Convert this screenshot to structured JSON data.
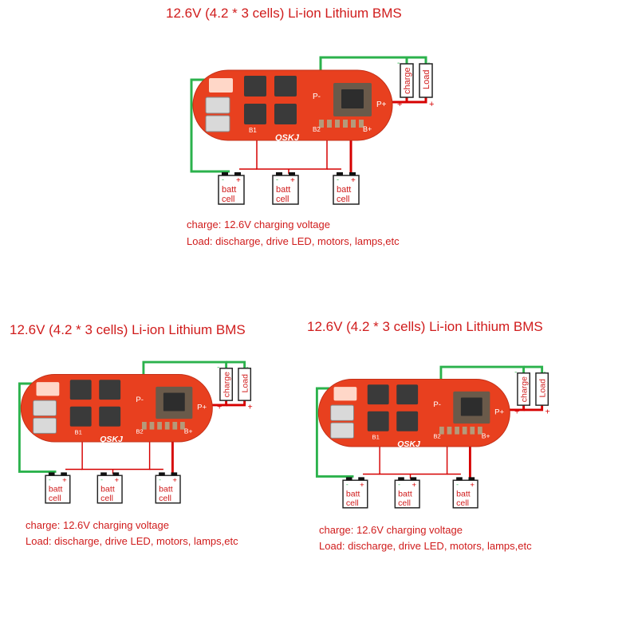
{
  "title": "12.6V (4.2 * 3 cells) Li-ion Lithium BMS",
  "board": {
    "brand": "QSKJ",
    "pin_labels": {
      "p_minus": "P-",
      "p_plus": "P+",
      "b_plus": "B+",
      "b1": "B1",
      "b2": "B2"
    }
  },
  "charge_label": "charge",
  "load_label": "Load",
  "battery_cell_label": [
    "batt",
    "cell"
  ],
  "polarity": {
    "minus": "-",
    "plus": "+"
  },
  "notes": [
    "charge: 12.6V charging voltage",
    "Load: discharge, drive LED, motors, lamps,etc"
  ],
  "diagrams": [
    {
      "id": "top"
    },
    {
      "id": "bottom-left"
    },
    {
      "id": "bottom-right"
    }
  ],
  "colors": {
    "text_red": "#d01c1c",
    "board_red": "#e8401f",
    "wire_green": "#2bb24c",
    "wire_red": "#d60000",
    "mosfet": "#3a3a3a",
    "chip": "#6a5a4a",
    "cell_border": "#222222"
  }
}
